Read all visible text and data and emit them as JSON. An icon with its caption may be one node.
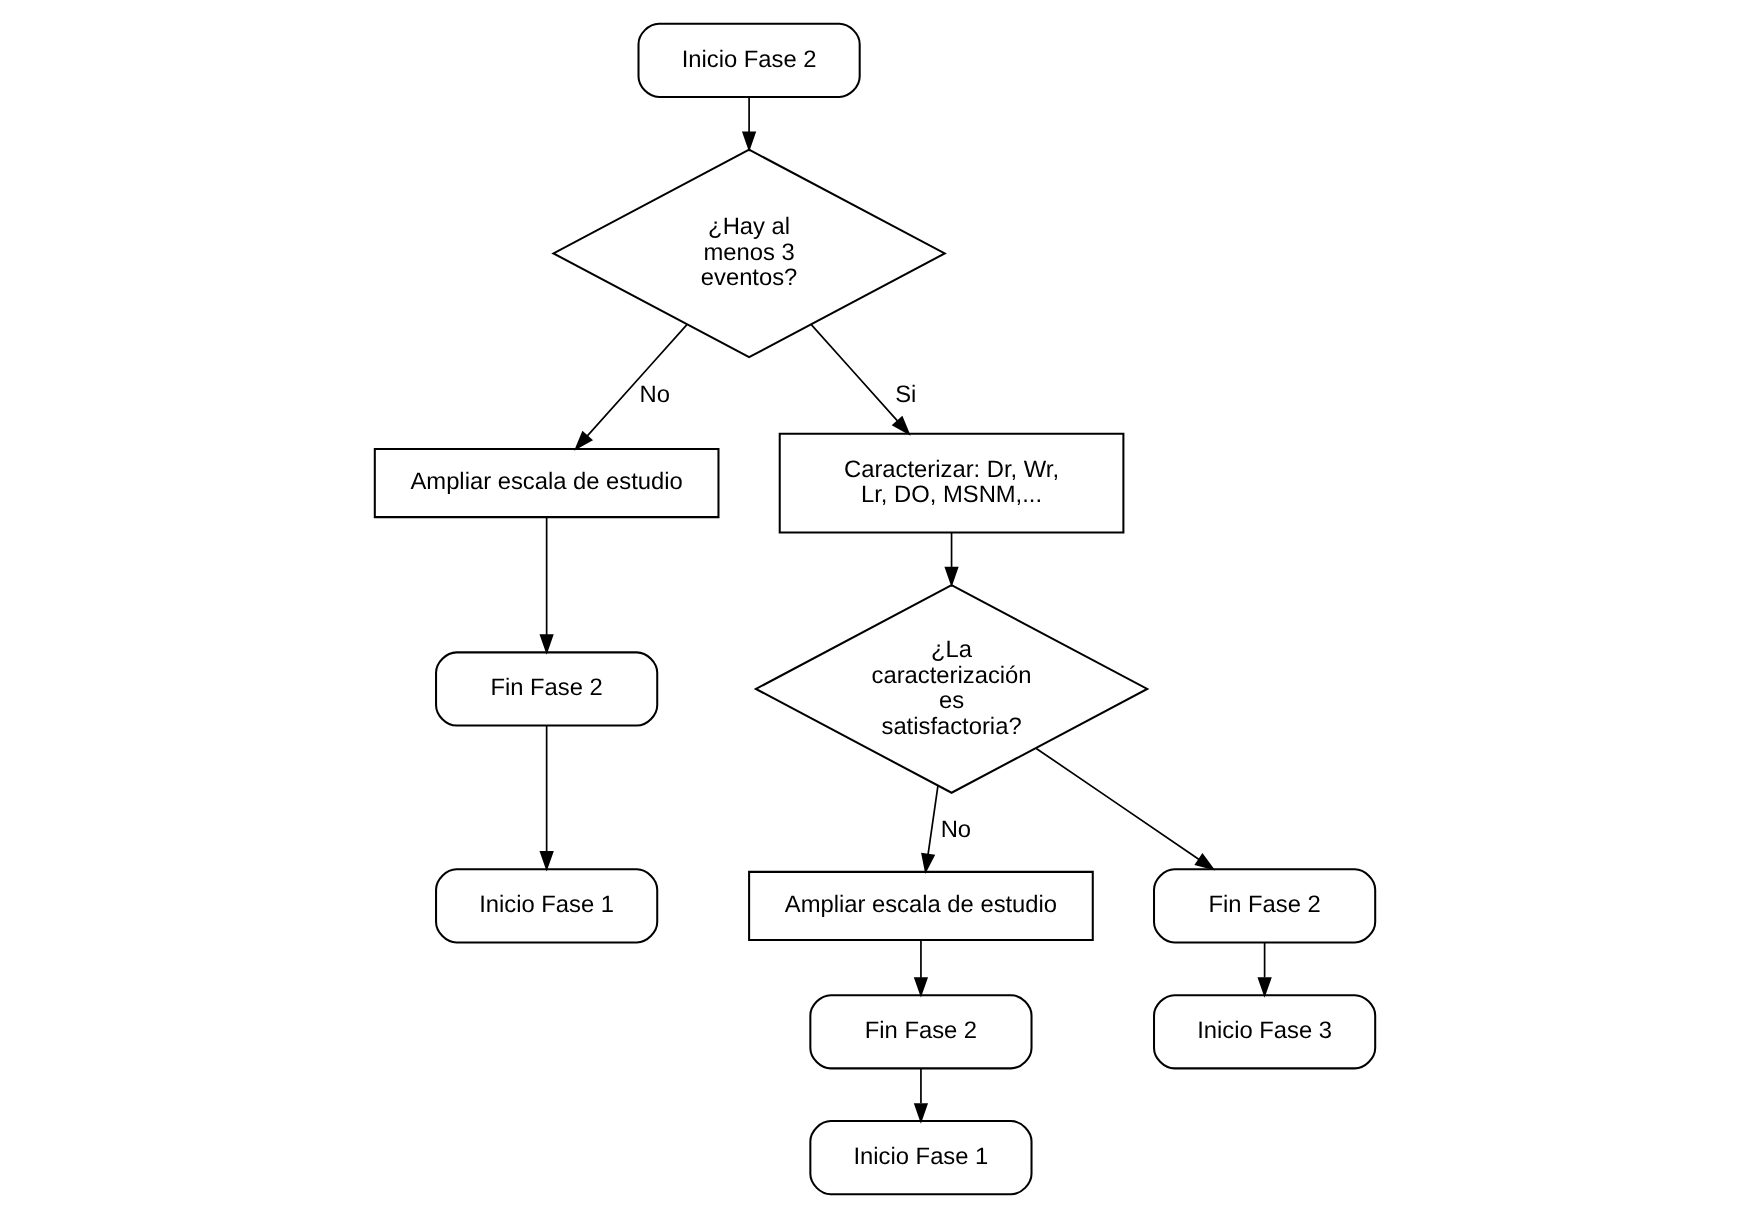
{
  "diagram": {
    "nodes": [
      {
        "text": [
          "Inicio Fase 2"
        ]
      },
      {
        "text": [
          "¿Hay al menos 3 eventos?"
        ]
      },
      {
        "text": [
          "Ampliar escala de estudio"
        ]
      },
      {
        "text": [
          "Fin Fase 2"
        ]
      },
      {
        "text": [
          "Inicio Fase 1"
        ]
      },
      {
        "text": [
          "Caracterizar: Dr, Wr, Lr, DO, MSNM,..."
        ]
      },
      {
        "text": [
          "¿La caracterización es satisfactoria?"
        ]
      },
      {
        "text": [
          "Ampliar escala de estudio"
        ]
      },
      {
        "text": [
          "Fin Fase 2"
        ]
      },
      {
        "text": [
          "Inicio Fase 1"
        ]
      },
      {
        "text": [
          "Fin Fase 2"
        ]
      },
      {
        "text": [
          "Inicio Fase 3"
        ]
      }
    ],
    "edges": [
      {
        "from": 0,
        "to": 1,
        "arrow": "to"
      },
      {
        "from": 1,
        "to": 5,
        "arrow": "to",
        "label": "Si"
      },
      {
        "from": 1,
        "to": 2,
        "arrow": "to",
        "label": "No"
      },
      {
        "from": 2,
        "to": 3,
        "arrow": "to"
      },
      {
        "from": 3,
        "to": 4,
        "arrow": "to"
      },
      {
        "from": 5,
        "to": 6,
        "arrow": "to"
      },
      {
        "from": 6,
        "to": 7,
        "arrow": "to",
        "label": "No"
      },
      {
        "from": 7,
        "to": 8,
        "arrow": "to"
      },
      {
        "from": 8,
        "to": 9,
        "arrow": "to"
      },
      {
        "from": 6,
        "to": 10,
        "arrow": "to"
      },
      {
        "from": 10,
        "to": 11,
        "arrow": "to"
      }
    ]
  }
}
